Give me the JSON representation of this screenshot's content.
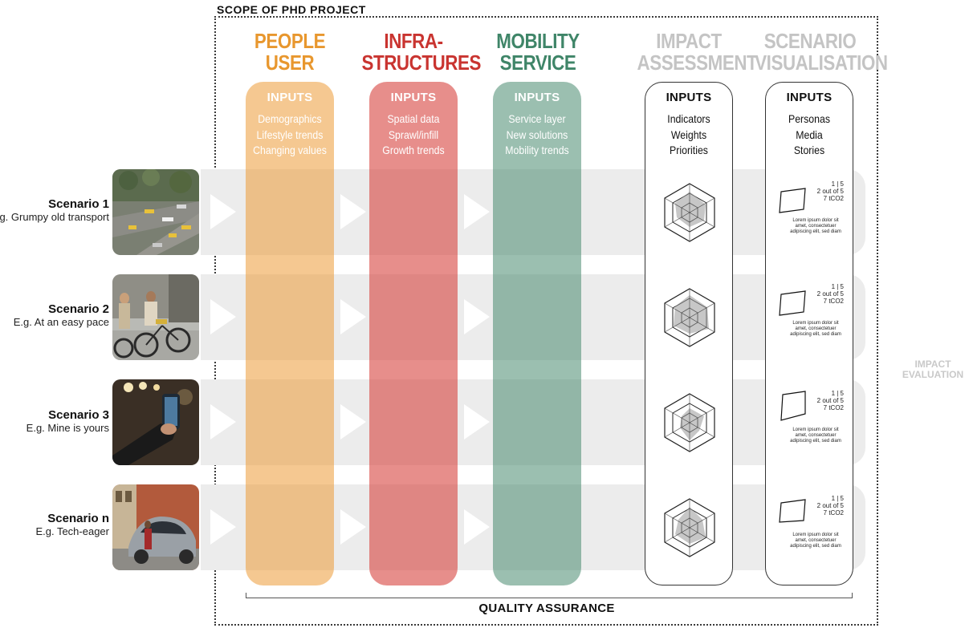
{
  "scope_title": "SCOPE OF PHD PROJECT",
  "columns": [
    {
      "head": "PEOPLE\nUSER",
      "inputs": "INPUTS",
      "items": [
        "Demographics",
        "Lifestyle trends",
        "Changing values"
      ],
      "color": "#e8972e"
    },
    {
      "head": "INFRA-\nSTRUCTURES",
      "inputs": "INPUTS",
      "items": [
        "Spatial data",
        "Sprawl/infill",
        "Growth trends"
      ],
      "color": "#c93430"
    },
    {
      "head": "MOBILITY\nSERVICE",
      "inputs": "INPUTS",
      "items": [
        "Service layer",
        "New solutions",
        "Mobility trends"
      ],
      "color": "#3f8568"
    },
    {
      "head": "IMPACT\nASSESSMENT",
      "inputs": "INPUTS",
      "items": [
        "Indicators",
        "Weights",
        "Priorities"
      ],
      "color": "#c4c4c4"
    },
    {
      "head": "SCENARIO\nVISUALISATION",
      "inputs": "INPUTS",
      "items": [
        "Personas",
        "Media",
        "Stories"
      ],
      "color": "#c4c4c4"
    }
  ],
  "scenarios": [
    {
      "title": "Scenario 1",
      "subtitle": "E.g. Grumpy old transport"
    },
    {
      "title": "Scenario 2",
      "subtitle": "E.g. At an easy pace"
    },
    {
      "title": "Scenario 3",
      "subtitle": "E.g. Mine is yours"
    },
    {
      "title": "Scenario n",
      "subtitle": "E.g. Tech-eager"
    }
  ],
  "visualisation_card": {
    "stats": "1 | 5\n2 out of 5\n7 tCO2",
    "lorem": "Lorem ipsum dolor sit amet, consectetuer adipiscing elit, sed diam"
  },
  "impact_evaluation": "IMPACT\nEVALUATION",
  "quality_assurance": "QUALITY ASSURANCE"
}
